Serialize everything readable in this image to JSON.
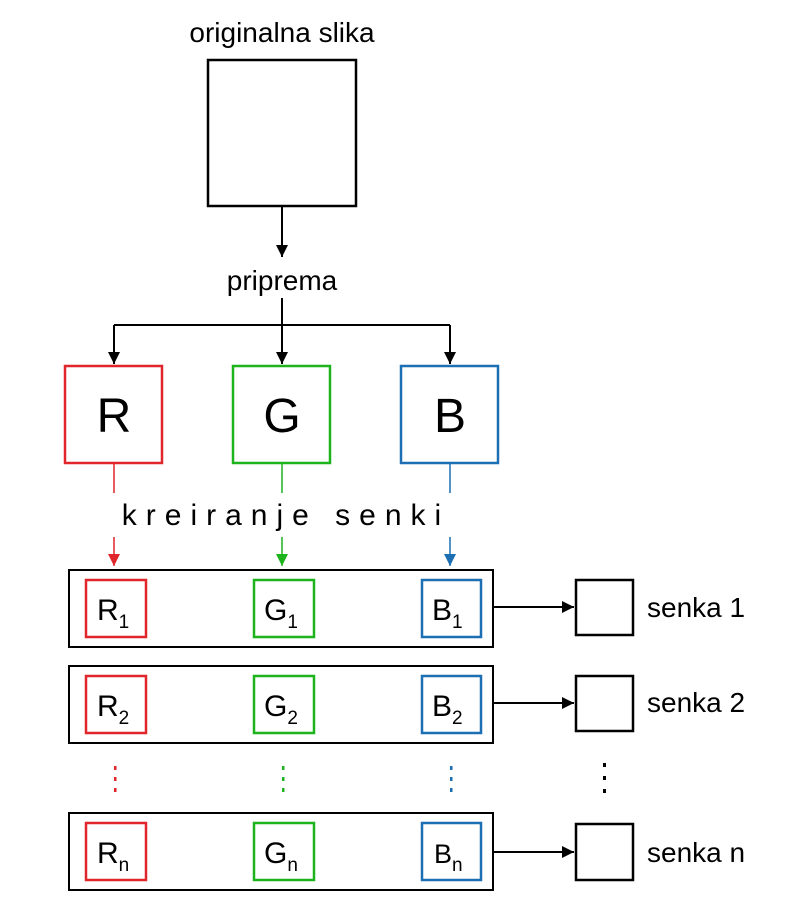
{
  "title": "originalna slika",
  "step1": "priprema",
  "step2": "kreiranje senki",
  "channels": [
    {
      "letter": "R",
      "color": "#e0262b"
    },
    {
      "letter": "G",
      "color": "#1db31d"
    },
    {
      "letter": "B",
      "color": "#1b6fb2"
    }
  ],
  "rows": [
    {
      "sub": "1",
      "label": "senka 1"
    },
    {
      "sub": "2",
      "label": "senka 2"
    },
    {
      "sub": "n",
      "label": "senka n"
    }
  ]
}
